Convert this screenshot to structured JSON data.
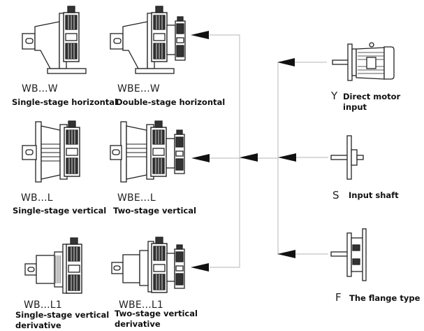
{
  "reducers": [
    {
      "code": "WB...W",
      "label": "Single-stage horizontal"
    },
    {
      "code": "WBE...W",
      "label": "Double-stage horizontal"
    },
    {
      "code": "WB...L",
      "label": "Single-stage vertical"
    },
    {
      "code": "WBE...L",
      "label": "Two-stage vertical"
    },
    {
      "code": "WB...L1",
      "label_line1": "Single-stage vertical",
      "label_line2": "derivative"
    },
    {
      "code": "WBE...L1",
      "label_line1": "Two-stage vertical",
      "label_line2": "derivative"
    }
  ],
  "inputs": [
    {
      "letter": "Y",
      "label": "Direct motor input"
    },
    {
      "letter": "S",
      "label": "Input shaft"
    },
    {
      "letter": "F",
      "label": "The flange type"
    }
  ],
  "colors": {
    "line": "#bdbdbd",
    "arrow": "#111111",
    "drawing": "#222222"
  }
}
